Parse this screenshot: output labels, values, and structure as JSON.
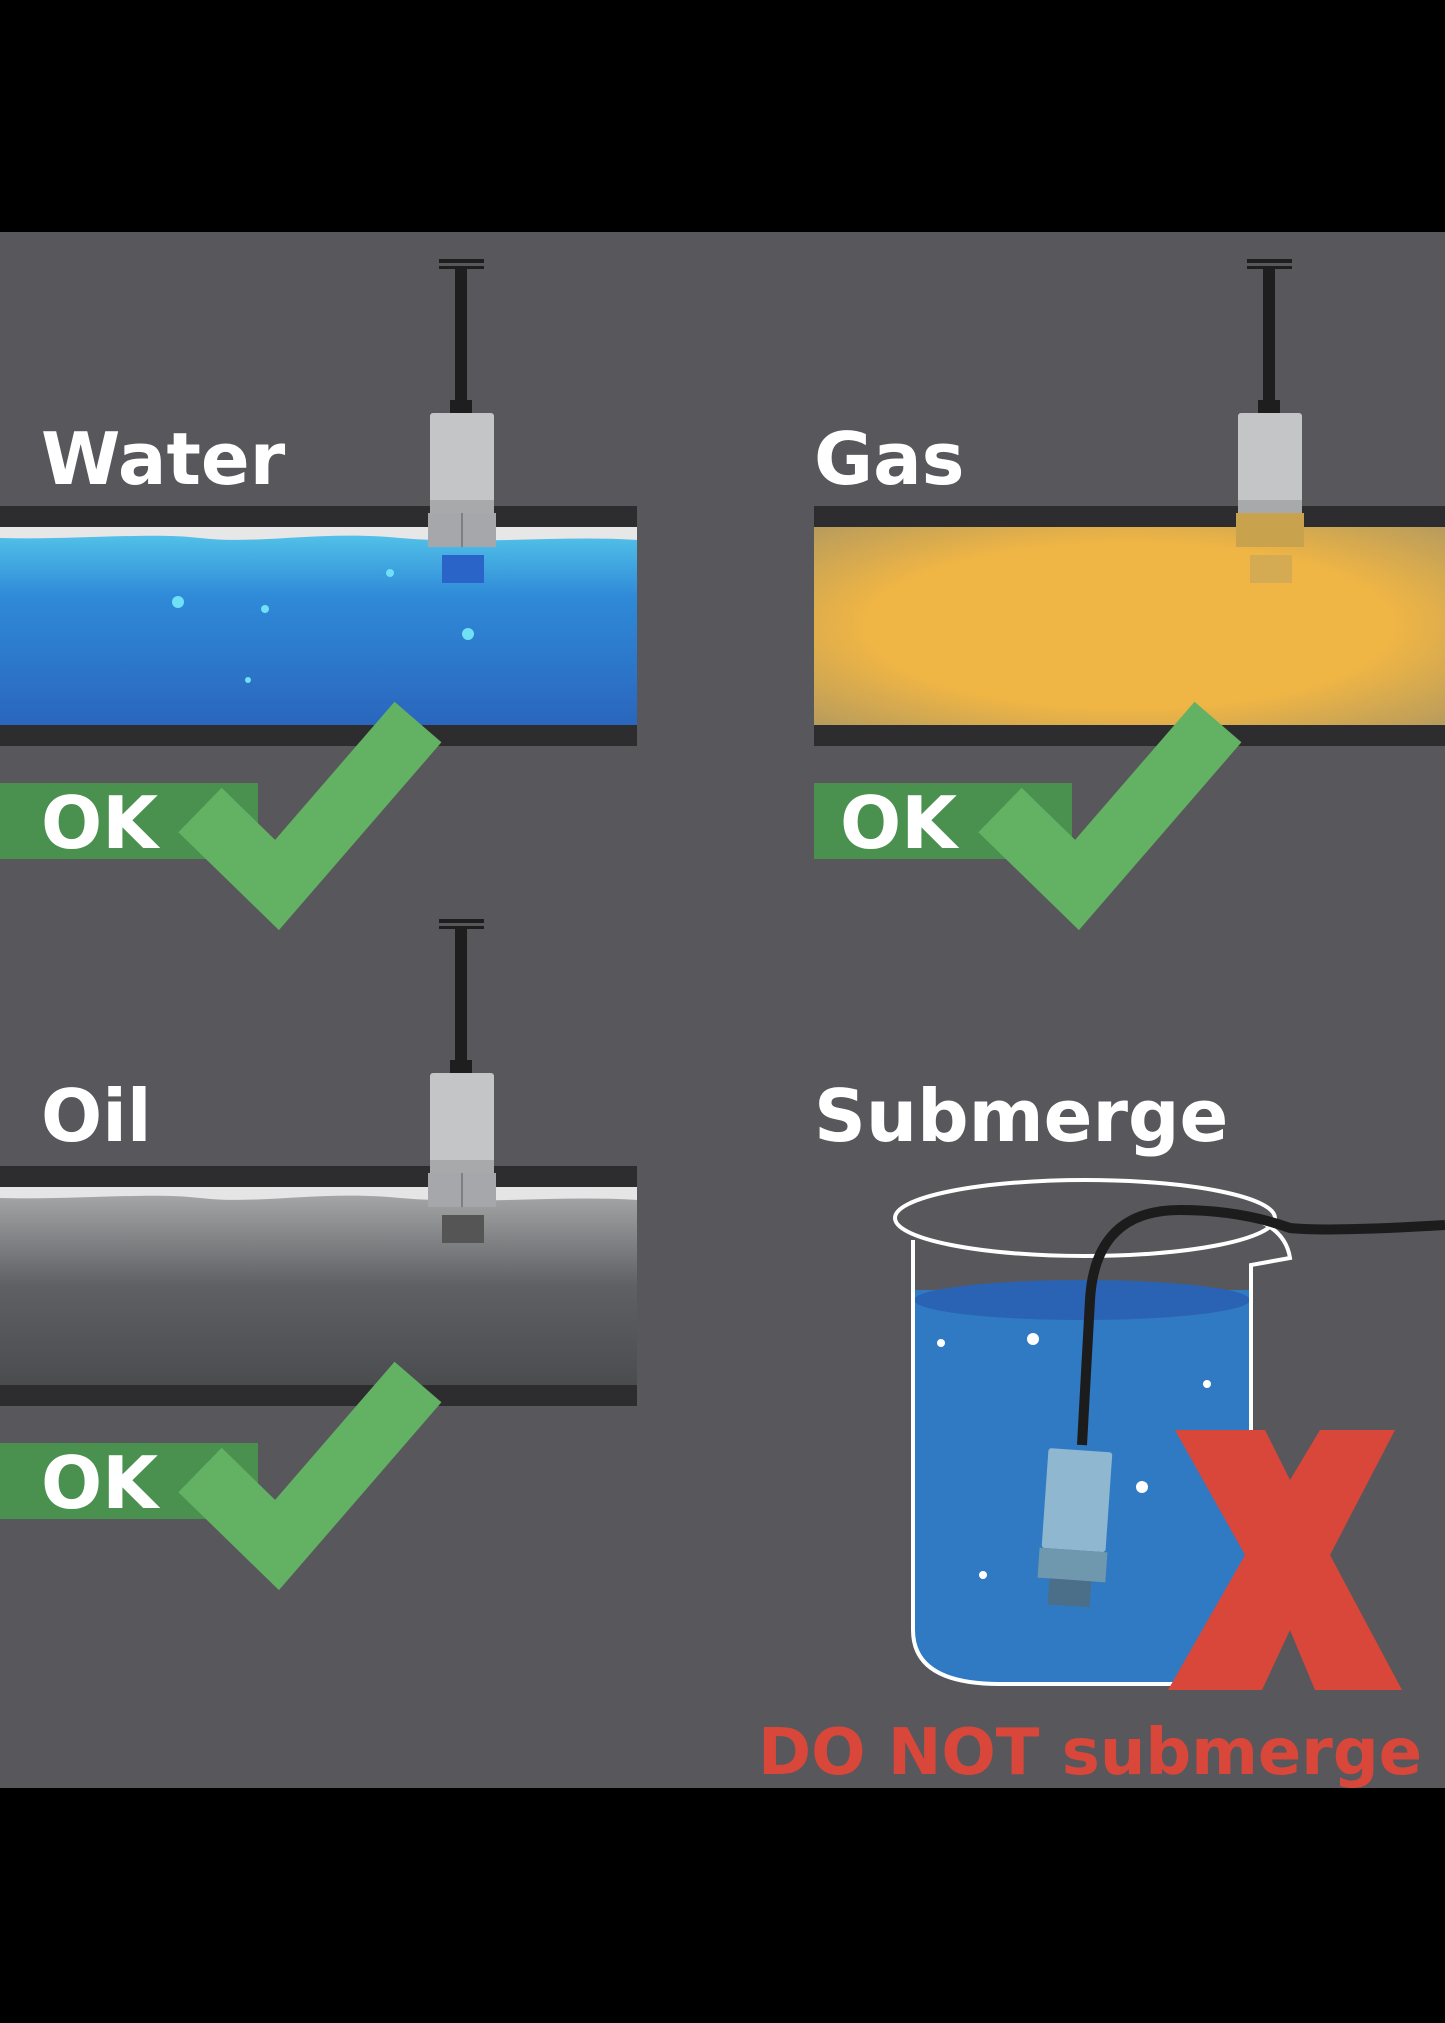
{
  "panels": [
    {
      "title": "Water",
      "status": "OK"
    },
    {
      "title": "Gas",
      "status": "OK"
    },
    {
      "title": "Oil",
      "status": "OK"
    },
    {
      "title": "Submerge",
      "warning": "DO NOT submerge"
    }
  ],
  "colors": {
    "background": "#58575c",
    "ok_green": "#4a9150",
    "check_green": "#63b163",
    "water_blue": "#2f75c4",
    "gas_yellow": "#eeb545",
    "oil_gray": "#5b5d60",
    "warning_red": "#d9473a"
  },
  "icons": [
    "checkmark-icon",
    "x-mark-icon",
    "sensor-icon",
    "beaker-icon"
  ]
}
